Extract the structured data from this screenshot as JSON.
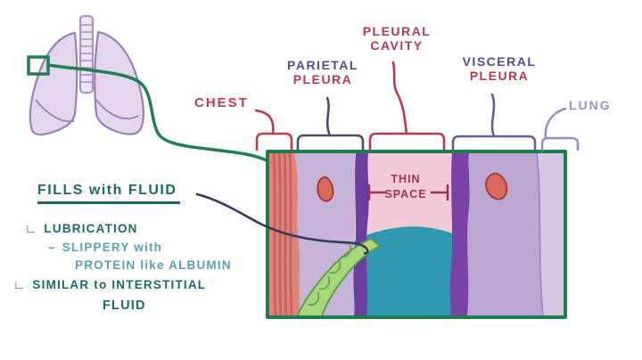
{
  "callouts": {
    "chest": {
      "label": "CHEST",
      "color": "#c03c4a"
    },
    "parietal_pleura": {
      "line1": "PARIETAL",
      "line2": "PLEURA",
      "line1_color": "#564a8e",
      "line2_color": "#b93750"
    },
    "pleural_cavity": {
      "line1": "PLEURAL",
      "line2": "CAVITY",
      "color": "#b93750"
    },
    "visceral_pleura": {
      "line1": "VISCERAL",
      "line2": "PLEURA",
      "line1_color": "#564a8e",
      "line2_color": "#b93750"
    },
    "lung": {
      "label": "LUNG",
      "color": "#9d8dc6"
    }
  },
  "diagram_box": {
    "thin_space": {
      "line1": "THIN",
      "line2": "SPACE",
      "color": "#9c3553"
    }
  },
  "notes": {
    "title": "FILLS with FLUID",
    "items": [
      {
        "marker": "∟",
        "text": "LUBRICATION",
        "tone": "dark"
      },
      {
        "marker": "–",
        "text": "SLIPPERY with",
        "tone": "light"
      },
      {
        "marker": "",
        "text": "PROTEIN like ALBUMIN",
        "tone": "light"
      },
      {
        "marker": "∟",
        "text": "SIMILAR to INTERSTITIAL",
        "tone": "dark"
      },
      {
        "marker": "",
        "text": "FLUID",
        "tone": "dark"
      }
    ]
  },
  "colors": {
    "accent_green": "#1e7d4e",
    "note_dark_teal": "#1a6b5f",
    "note_light_teal": "#56a3ab",
    "label_red": "#c03c4a",
    "label_crimson": "#b93750",
    "label_purple": "#564a8e",
    "label_light_purple": "#9d8dc6",
    "thin_space_maroon": "#9c3553",
    "pointer_navy": "#333b57",
    "muscle_red": "#df837b",
    "membrane_purple": "#6b3d9f",
    "cavity_pink": "#f2cad9",
    "fluid_teal": "#2f97ae",
    "lung_purple": "#bca6d2",
    "nerve_green": "#a9d87b"
  }
}
